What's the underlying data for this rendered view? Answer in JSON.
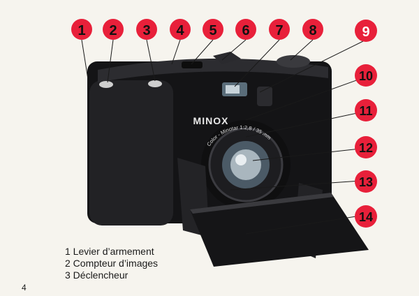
{
  "figure": {
    "brand": "MINOX",
    "lens_ring_text": "Color - Minotar 1:2,8 / 35 mm",
    "callouts": [
      "1",
      "2",
      "3",
      "4",
      "5",
      "6",
      "7",
      "8",
      "9",
      "10",
      "11",
      "12",
      "13",
      "14"
    ],
    "colors": {
      "callout_fill": "#e8203a",
      "highlight_callout_fill": "#e8203a",
      "camera_body": "#1c1c1e",
      "background": "#f6f4ee"
    }
  },
  "legend": {
    "items": [
      "1 Levier d’armement",
      "2 Compteur d’images",
      "3 Déclencheur"
    ]
  },
  "page_number": "4"
}
